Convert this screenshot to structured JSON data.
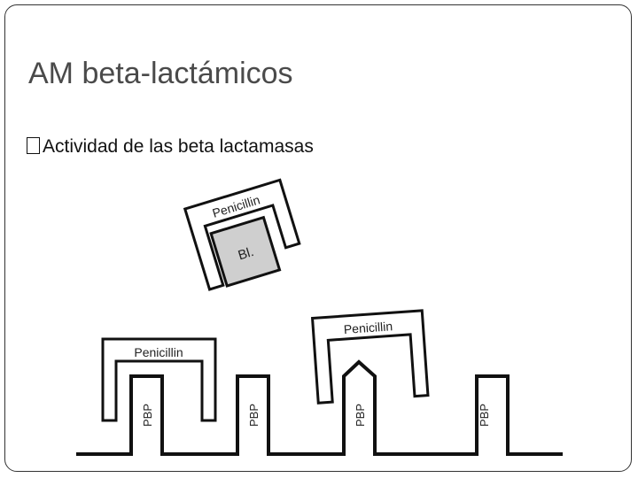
{
  "slide": {
    "title": "AM beta-lactámicos",
    "bullet_text": "Actividad de las beta lactamasas"
  },
  "figure": {
    "penicillin_label": "Penicillin",
    "beta_lactamase_label": "Bl.",
    "pbp_label": "PBP",
    "colors": {
      "stroke": "#111111",
      "shape_fill": "#ffffff",
      "beta_lactamase_fill": "#cfcfcf"
    }
  }
}
